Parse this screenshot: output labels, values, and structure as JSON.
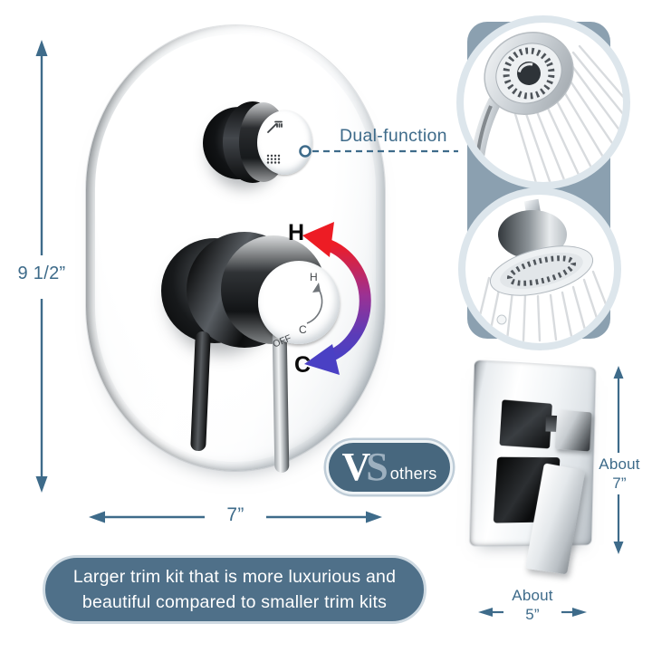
{
  "colors": {
    "accent": "#3e6b8a",
    "band": "#8ba0b0",
    "badge_fill": "#47677e",
    "banner_fill": "#4f7089",
    "hot": "#ed1c24",
    "cold": "#4a40c4"
  },
  "left_dimension": {
    "label": "9 1/2”"
  },
  "bottom_dimension": {
    "label": "7”"
  },
  "callout": {
    "label": "Dual-function"
  },
  "temp_arrow": {
    "hot": "H",
    "cold": "C"
  },
  "handle_face": {
    "hot": "H",
    "cold": "C",
    "off": "OFF"
  },
  "other_height": {
    "line1": "About",
    "line2": "7”"
  },
  "other_width": {
    "line1": "About",
    "line2": "5”"
  },
  "vs_badge": {
    "v": "V",
    "s": "S",
    "others": "others"
  },
  "banner": {
    "line1": "Larger trim kit that is more luxurious and",
    "line2": "beautiful compared to smaller trim kits"
  }
}
